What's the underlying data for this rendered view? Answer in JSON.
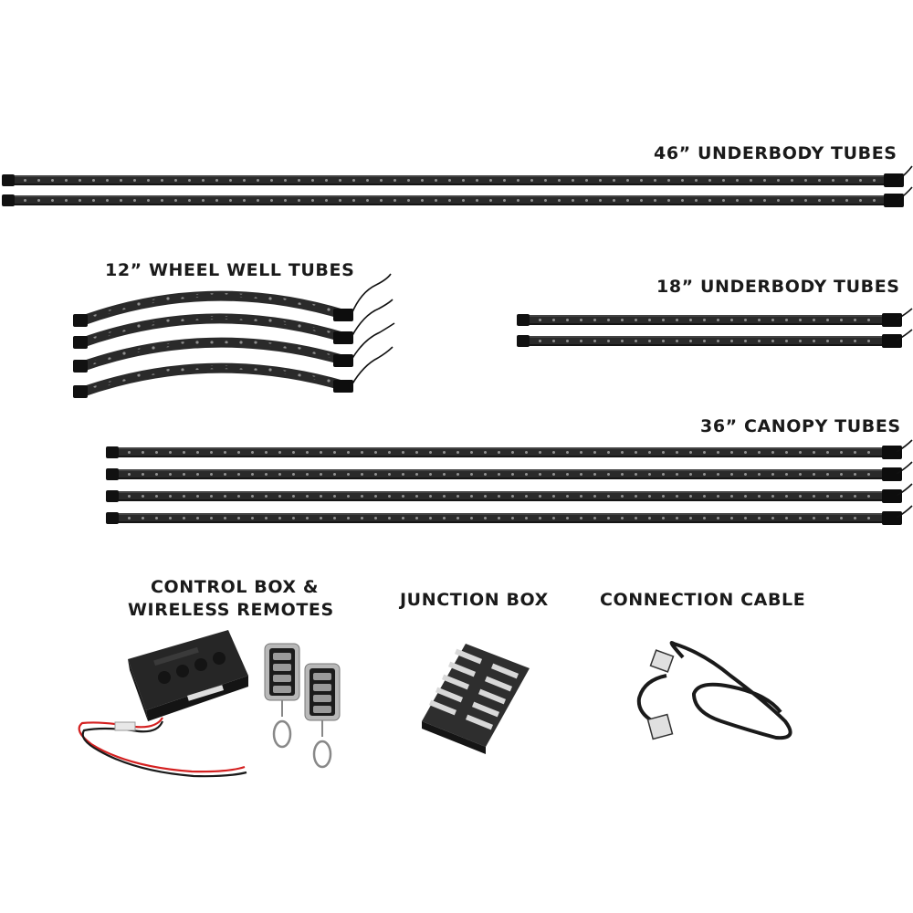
{
  "labels": {
    "underbody_46": "46” UNDERBODY TUBES",
    "wheel_well_12": "12” WHEEL WELL TUBES",
    "underbody_18": "18” UNDERBODY TUBES",
    "canopy_36": "36” CANOPY TUBES",
    "control_box_line1": "CONTROL BOX &",
    "control_box_line2": "WIRELESS REMOTES",
    "junction_box": "JUNCTION BOX",
    "connection_cable": "CONNECTION CABLE"
  },
  "colors": {
    "tube_body": "#2a2a2a",
    "tube_cap": "#0d0d0d",
    "led": "#8f8f8f",
    "label_text": "#1a1a1a",
    "power_wire_red": "#d42020",
    "remote_chrome": "#b8b8b8"
  }
}
